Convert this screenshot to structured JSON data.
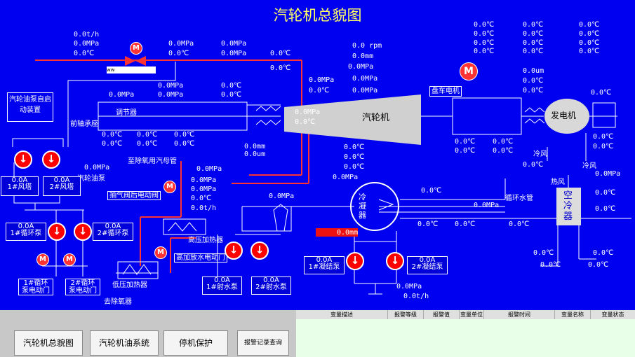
{
  "title": "汽轮机总貌图",
  "labels": {
    "oil_pump_auto": "汽轮油泵自启动装置",
    "front_bearing": "前轴承座",
    "governor": "调节器",
    "turbine": "汽轮机",
    "turning_motor": "盘车电机",
    "generator": "发电机",
    "deaerator_header": "至除氧用汽母管",
    "turbine_oil_pump": "汽轮油泵",
    "extraction_valve": "抽气阀后电动阀",
    "condenser": "冷凝器",
    "circ_water_pipe": "循环水管",
    "air_cooler": "空冷器",
    "hp_heater": "高压加热器",
    "hp_heater_valve": "高加放水电动门",
    "lp_heater": "低压加热器",
    "deaerator": "去除氧器",
    "cold_air_1": "冷风",
    "cold_air_2": "冷风",
    "hot_air": "热风",
    "fan_tower_1": "1#风塔",
    "fan_tower_2": "2#风塔",
    "circ_pump_1": "1#循环泵",
    "circ_pump_2": "2#循环泵",
    "circ_pump_valve_1": "1#循环泵电动门",
    "circ_pump_valve_2": "2#循环泵电动门",
    "jet_pump_1": "1#射水泵",
    "jet_pump_2": "2#射水泵",
    "cond_pump_1": "1#凝结泵",
    "cond_pump_2": "2#凝结泵",
    "ww": "ww",
    "motor": "M",
    "zero_mm": "0.0mm"
  },
  "readings": {
    "t_h": "0.0t/h",
    "mpa": "0.0MPa",
    "c": "0.0℃",
    "mm": "0.0mm",
    "um": "0.0um",
    "rpm": "0.0 rpm",
    "amp": "0.0A"
  },
  "buttons": {
    "overview": "汽轮机总貌图",
    "oil_system": "汽轮机油系统",
    "stop_protect": "停机保护",
    "alarm_query": "报警记录查询"
  },
  "alarm_table": {
    "headers": [
      "变量描述",
      "报警等级",
      "报警值",
      "变量单位",
      "报警时间",
      "变量名称",
      "变量状态"
    ]
  }
}
